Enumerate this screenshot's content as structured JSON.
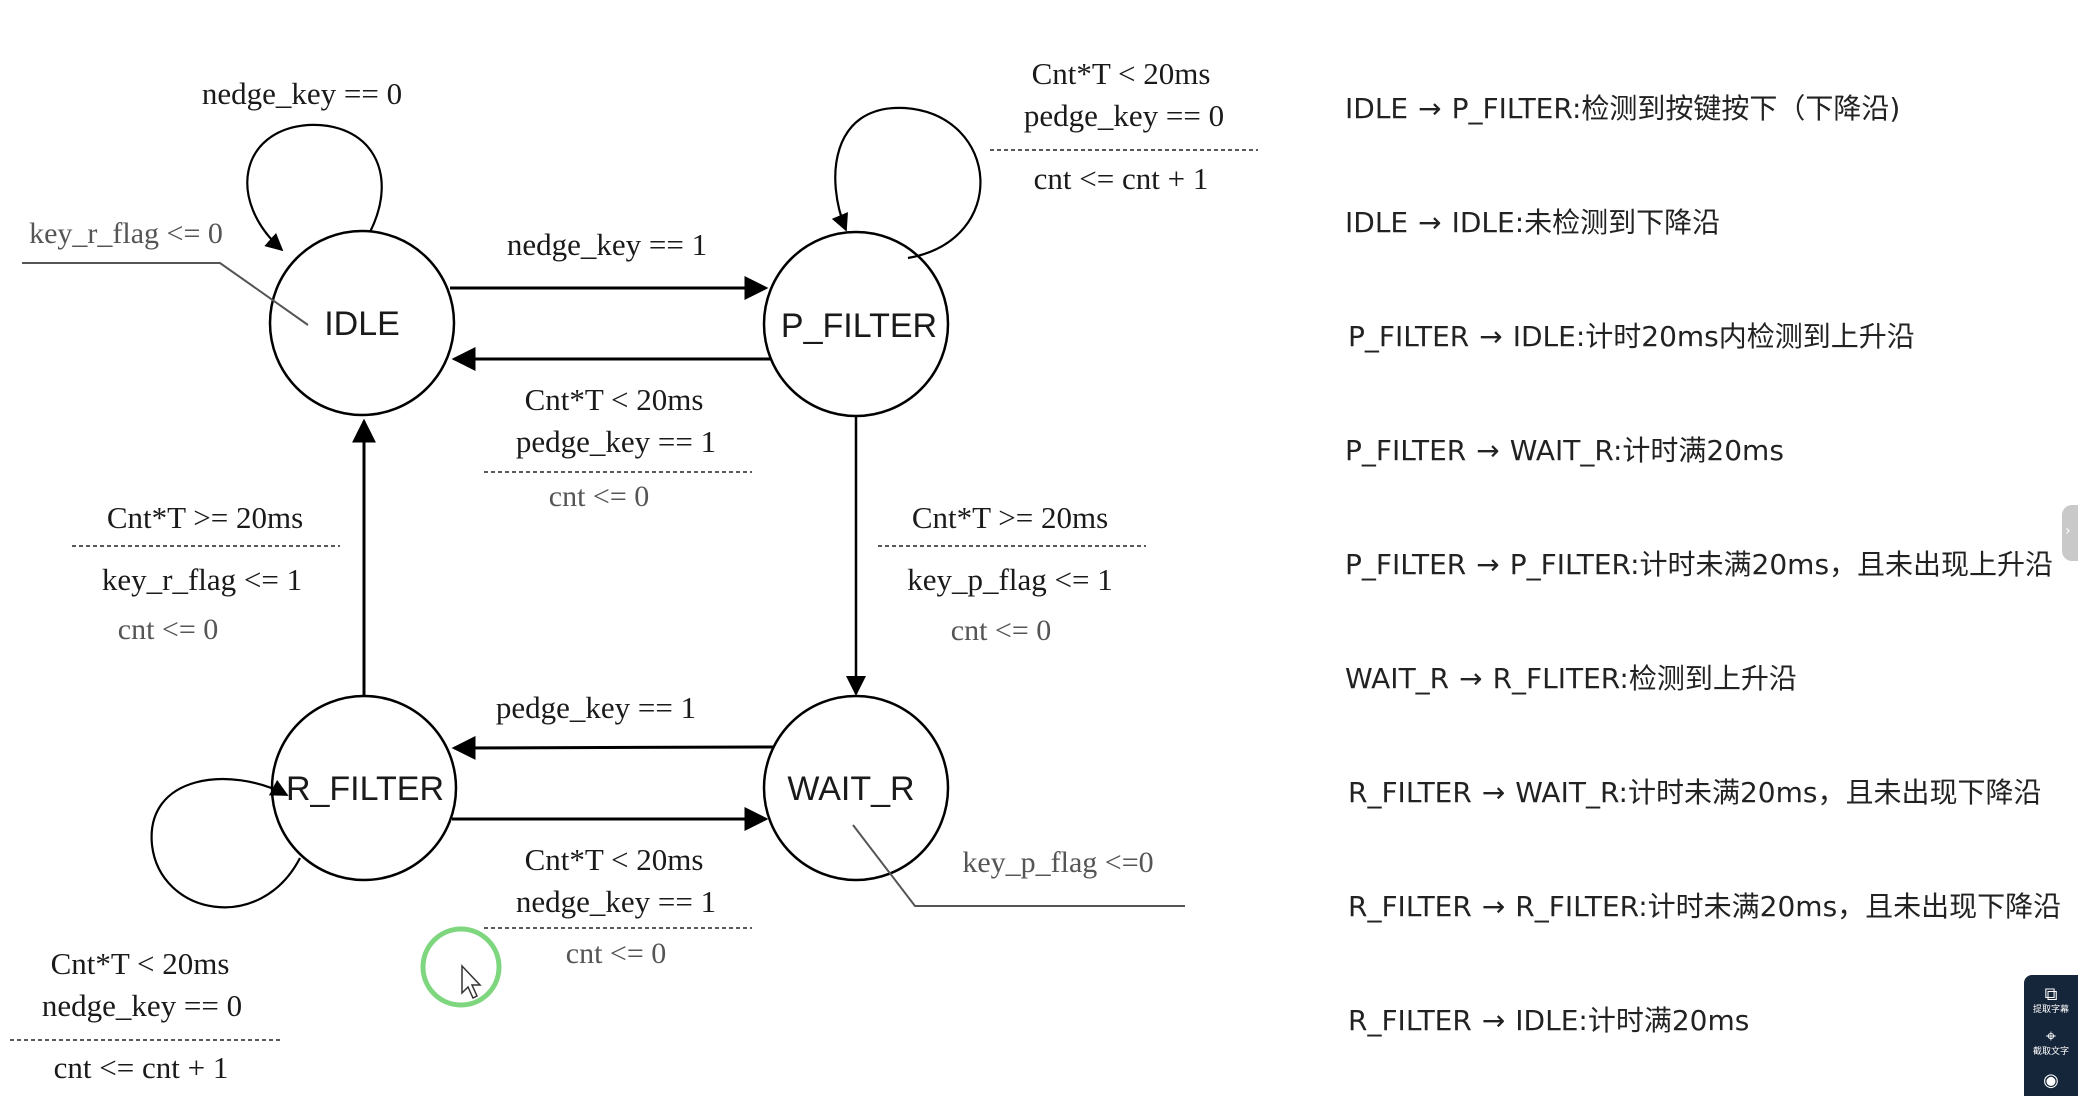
{
  "states": {
    "idle": "IDLE",
    "p_filter": "P_FILTER",
    "wait_r": "WAIT_R",
    "r_filter": "R_FILTER"
  },
  "labels": {
    "idle_self": "nedge_key == 0",
    "key_r_flag_0": "key_r_flag <= 0",
    "idle_to_p": "nedge_key == 1",
    "p_self_cond1": "Cnt*T < 20ms",
    "p_self_cond2": "pedge_key == 0",
    "p_self_act": "cnt <= cnt + 1",
    "p_to_idle_cond1": "Cnt*T < 20ms",
    "p_to_idle_cond2": "pedge_key == 1",
    "p_to_idle_act": "cnt <= 0",
    "r_to_idle_cond": "Cnt*T >= 20ms",
    "r_to_idle_act1": "key_r_flag <= 1",
    "r_to_idle_act2": "cnt <= 0",
    "p_to_w_cond": "Cnt*T >= 20ms",
    "p_to_w_act1": "key_p_flag <= 1",
    "p_to_w_act2": "cnt <= 0",
    "w_to_r": "pedge_key == 1",
    "r_to_w_cond1": "Cnt*T < 20ms",
    "r_to_w_cond2": "nedge_key == 1",
    "r_to_w_act": "cnt <= 0",
    "key_p_flag_0": "key_p_flag <=0",
    "r_self_cond1": "Cnt*T < 20ms",
    "r_self_cond2": "nedge_key == 0",
    "r_self_act": "cnt <= cnt + 1"
  },
  "descriptions": [
    {
      "from": "IDLE",
      "to": "P_FILTER:检测到按键按下（下降沿)"
    },
    {
      "from": "IDLE",
      "to": "IDLE:未检测到下降沿"
    },
    {
      "from": "P_FILTER",
      "to": "IDLE:计时20ms内检测到上升沿"
    },
    {
      "from": "P_FILTER",
      "to": "WAIT_R:计时满20ms"
    },
    {
      "from": "P_FILTER",
      "to": "P_FILTER:计时未满20ms，且未出现上升沿"
    },
    {
      "from": "WAIT_R",
      "to": "R_FLITER:检测到上升沿"
    },
    {
      "from": "R_FILTER",
      "to": "WAIT_R:计时未满20ms，且未出现下降沿"
    },
    {
      "from": "R_FILTER",
      "to": "R_FILTER:计时未满20ms，且未出现下降沿"
    },
    {
      "from": "R_FILTER",
      "to": "IDLE:计时满20ms"
    }
  ],
  "overlay": {
    "side_tab_icon": "›",
    "tool_1_icon": "⧉",
    "tool_1_label": "提取字幕",
    "tool_2_icon": "⌖",
    "tool_2_label": "截取文字",
    "tool_3_icon": "◉"
  },
  "colors": {
    "cursor_ring": "#7ed67e",
    "tool_panel": "#16263a"
  }
}
